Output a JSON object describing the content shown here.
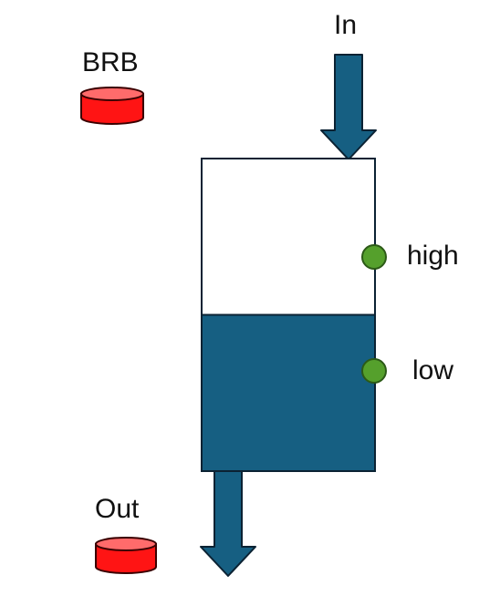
{
  "labels": {
    "inlet": "In",
    "outlet": "Out",
    "brb": "BRB",
    "high_sensor": "high",
    "low_sensor": "low"
  },
  "tank": {
    "fill_level": 0.5
  },
  "colors": {
    "liquid": "#165f82",
    "outline": "#0b2233",
    "button_red": "#ff1414",
    "button_top": "#ff6b6b",
    "sensor_green": "#55a02c",
    "sensor_outline": "#2c5a17"
  },
  "icons": {
    "brb_button": "red-button-icon",
    "out_button": "red-button-icon",
    "high_sensor": "green-sensor-icon",
    "low_sensor": "green-sensor-icon"
  }
}
